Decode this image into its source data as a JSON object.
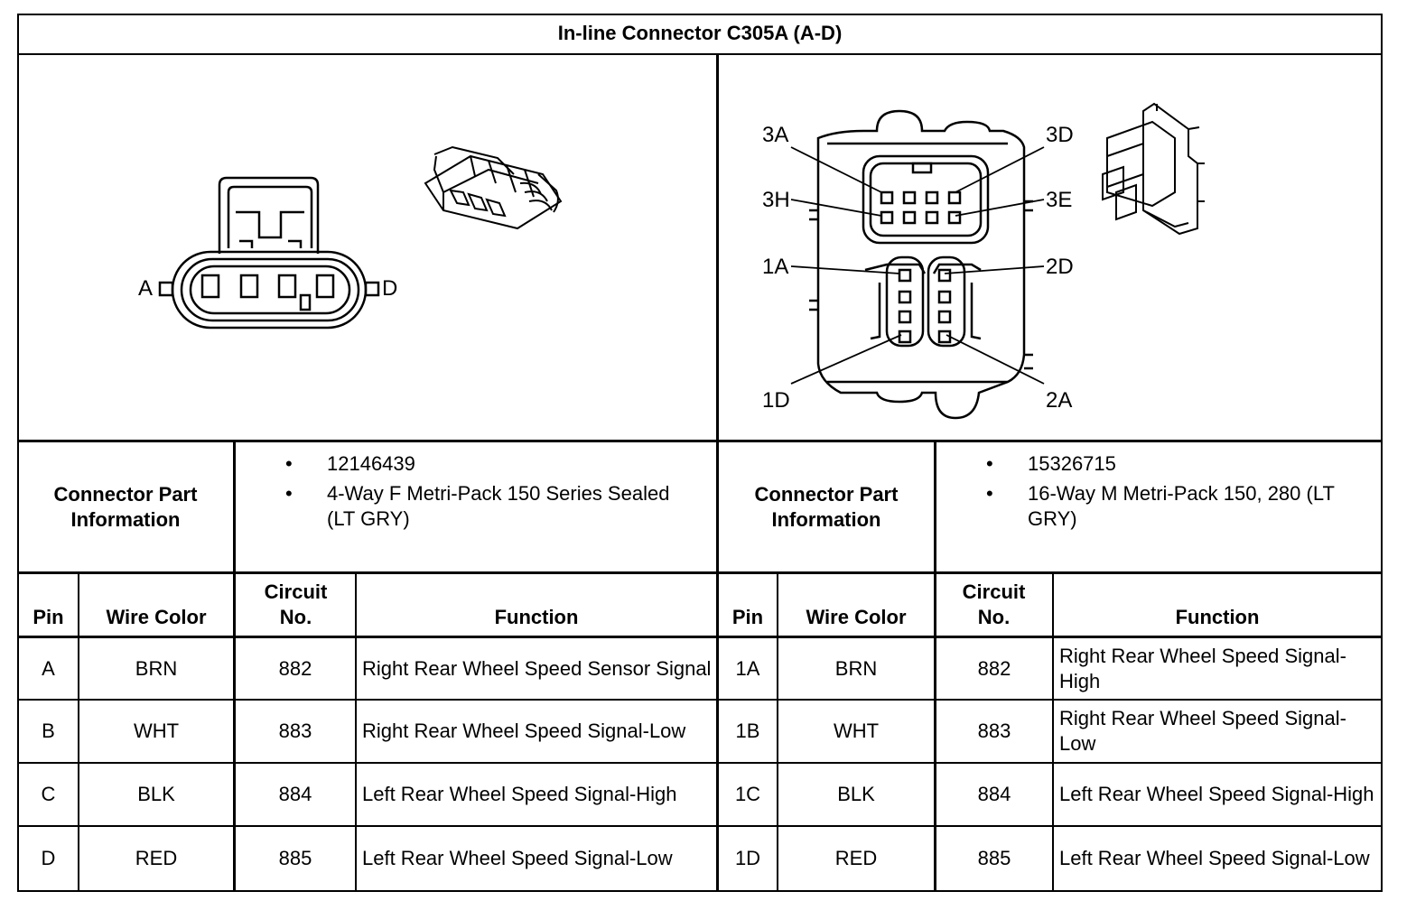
{
  "title": "In-line Connector C305A (A-D)",
  "left_connector": {
    "diagram_labels": {
      "pin_a": "A",
      "pin_d": "D"
    },
    "info_header": "Connector Part Information",
    "part_info": [
      "12146439",
      "4-Way F Metri-Pack 150 Series Sealed (LT GRY)"
    ],
    "columns": {
      "pin": "Pin",
      "wire_color": "Wire Color",
      "circuit_no": "Circuit No.",
      "function": "Function"
    },
    "rows": [
      {
        "pin": "A",
        "wire_color": "BRN",
        "circuit": "882",
        "function": "Right Rear Wheel Speed Sensor Signal"
      },
      {
        "pin": "B",
        "wire_color": "WHT",
        "circuit": "883",
        "function": "Right Rear Wheel Speed Signal-Low"
      },
      {
        "pin": "C",
        "wire_color": "BLK",
        "circuit": "884",
        "function": "Left Rear Wheel Speed Signal-High"
      },
      {
        "pin": "D",
        "wire_color": "RED",
        "circuit": "885",
        "function": "Left Rear Wheel Speed Signal-Low"
      }
    ]
  },
  "right_connector": {
    "diagram_labels": {
      "3a": "3A",
      "3d": "3D",
      "3h": "3H",
      "3e": "3E",
      "1a": "1A",
      "2d": "2D",
      "1d": "1D",
      "2a": "2A"
    },
    "info_header": "Connector Part Information",
    "part_info": [
      "15326715",
      "16-Way M Metri-Pack 150, 280 (LT GRY)"
    ],
    "columns": {
      "pin": "Pin",
      "wire_color": "Wire Color",
      "circuit_no": "Circuit No.",
      "function": "Function"
    },
    "rows": [
      {
        "pin": "1A",
        "wire_color": "BRN",
        "circuit": "882",
        "function": "Right Rear Wheel Speed Signal-High"
      },
      {
        "pin": "1B",
        "wire_color": "WHT",
        "circuit": "883",
        "function": "Right Rear Wheel Speed Signal-Low"
      },
      {
        "pin": "1C",
        "wire_color": "BLK",
        "circuit": "884",
        "function": "Left Rear Wheel Speed Signal-High"
      },
      {
        "pin": "1D",
        "wire_color": "RED",
        "circuit": "885",
        "function": "Left Rear Wheel Speed Signal-Low"
      }
    ]
  }
}
